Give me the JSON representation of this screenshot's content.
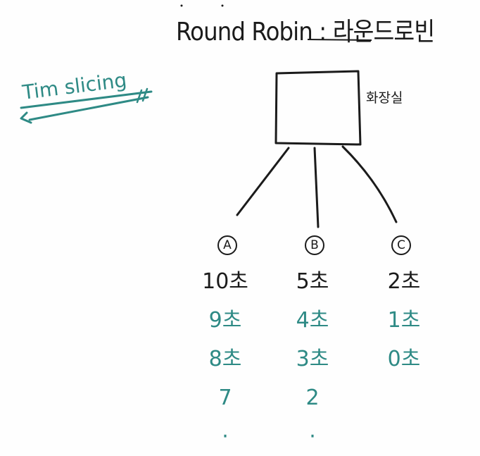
{
  "title": "Round Robin : 라운드로빈",
  "annotation": {
    "text": "Tim slicing"
  },
  "resource": {
    "label": "화장실"
  },
  "processes": [
    {
      "label": "A",
      "initial": "10초",
      "steps": [
        "9초",
        "8초",
        "7",
        "·"
      ]
    },
    {
      "label": "B",
      "initial": "5초",
      "steps": [
        "4초",
        "3초",
        "2",
        "·"
      ]
    },
    {
      "label": "C",
      "initial": "2초",
      "steps": [
        "1초",
        "0초"
      ]
    }
  ],
  "colors": {
    "ink": "#1b1b1b",
    "accent": "#2e8a85"
  }
}
